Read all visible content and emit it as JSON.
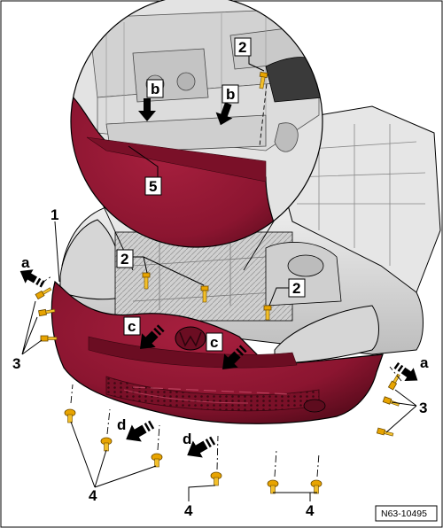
{
  "figure": {
    "reference": "N63-10495"
  },
  "callouts": {
    "1": "1",
    "2": "2",
    "3": "3",
    "4": "4",
    "5": "5",
    "a": "a",
    "b": "b",
    "c": "c",
    "d": "d"
  },
  "colors": {
    "bumper": "#8b1530",
    "bumper_dark": "#5e0c1e",
    "body_gray": "#d9d9d9",
    "line": "#000000",
    "fastener": "#e8a400"
  },
  "icons": [
    "push-arrow-icon",
    "screw-icon",
    "clip-icon"
  ]
}
